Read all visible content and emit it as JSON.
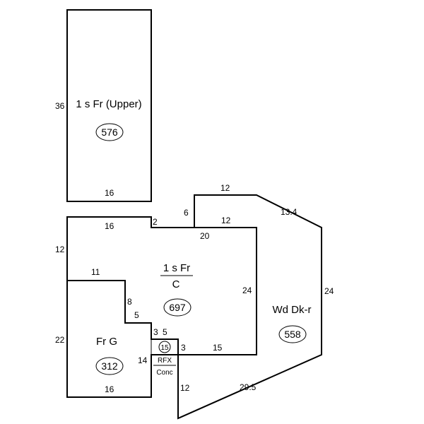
{
  "areas": {
    "upper": {
      "label": "1 s Fr  (Upper)",
      "area": "576",
      "dims": {
        "height": "36",
        "width": "16"
      }
    },
    "main": {
      "label_top": "1 s Fr",
      "label_bottom": "C",
      "area": "697",
      "dims": {
        "top_left": "16",
        "top_step": "2",
        "top_right": "20",
        "top_right_inner": "12",
        "left": "12",
        "inner_top": "11",
        "inner_v": "8",
        "inner_h": "5",
        "right": "24",
        "bottom": "15",
        "notch_v": "3",
        "notch_h": "5",
        "notch_inner": "3"
      }
    },
    "garage": {
      "label": "Fr G",
      "area": "312",
      "dims": {
        "left": "22",
        "right": "14",
        "bottom": "16"
      }
    },
    "deck": {
      "label": "Wd Dk-r",
      "area": "558",
      "dims": {
        "top": "12",
        "left_v": "6",
        "diag_top": "13.4",
        "right": "24",
        "diag_bottom": "29.5",
        "bottom_left": "12"
      }
    },
    "porch": {
      "area": "15",
      "label_top": "RFX",
      "label_bottom": "Conc"
    }
  },
  "colors": {
    "line": "#000000",
    "background": "#ffffff"
  }
}
